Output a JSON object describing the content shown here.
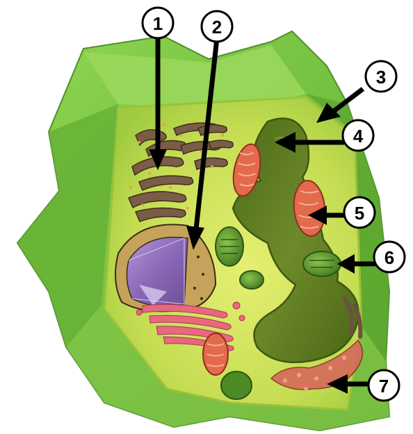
{
  "diagram": {
    "labels": [
      {
        "id": "1",
        "text": "1"
      },
      {
        "id": "2",
        "text": "2"
      },
      {
        "id": "3",
        "text": "3"
      },
      {
        "id": "4",
        "text": "4"
      },
      {
        "id": "5",
        "text": "5"
      },
      {
        "id": "6",
        "text": "6"
      },
      {
        "id": "7",
        "text": "7"
      }
    ],
    "colors": {
      "cell_wall": "#7cc444",
      "cytoplasm": "#c8e05a",
      "vacuole": "#5e7a22",
      "nucleus": "#9a79c0",
      "er": "#6b5240",
      "mitochondria": "#e06a4c",
      "chloroplast": "#4f8a2a",
      "golgi": "#e0607a",
      "arrow": "#000000"
    }
  }
}
